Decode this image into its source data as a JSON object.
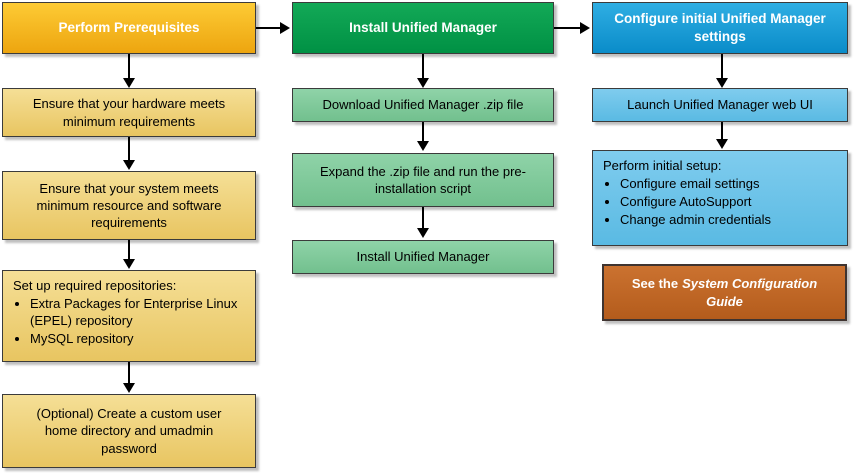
{
  "flow": {
    "columns": [
      {
        "header": "Perform Prerequisites",
        "steps": [
          {
            "text": "Ensure that your hardware meets minimum requirements"
          },
          {
            "text": "Ensure that your system meets minimum resource and software requirements"
          },
          {
            "title": "Set up required repositories:",
            "bullets": [
              "Extra Packages for Enterprise Linux (EPEL) repository",
              "MySQL repository"
            ]
          },
          {
            "text": "(Optional) Create a custom user home directory and umadmin password"
          }
        ]
      },
      {
        "header": "Install Unified Manager",
        "steps": [
          {
            "text": "Download Unified Manager .zip file"
          },
          {
            "text": "Expand the .zip file and run the pre-installation script"
          },
          {
            "text": "Install Unified Manager"
          }
        ]
      },
      {
        "header": "Configure initial Unified Manager settings",
        "steps": [
          {
            "text": "Launch Unified Manager web UI"
          },
          {
            "title": "Perform initial setup:",
            "bullets": [
              "Configure email settings",
              "Configure AutoSupport",
              "Change admin credentials"
            ]
          }
        ]
      }
    ],
    "callout": {
      "prefix": "See the",
      "italic": "System Configuration Guide"
    }
  },
  "colors": {
    "gold_header_top": "#fdcb35",
    "gold_header_bottom": "#eda50f",
    "tan_step_top": "#f5df96",
    "tan_step_bottom": "#e8c561",
    "green_header_top": "#13a957",
    "green_header_bottom": "#009144",
    "green_step_top": "#8fd3a8",
    "green_step_bottom": "#72c08e",
    "blue_header_top": "#2faee3",
    "blue_header_bottom": "#0a8cc9",
    "blue_step_top": "#7fccee",
    "blue_step_bottom": "#5abae3",
    "callout_top": "#cb7230",
    "callout_bottom": "#b45c1c",
    "arrow": "#000000",
    "border": "#3b3b3b"
  }
}
